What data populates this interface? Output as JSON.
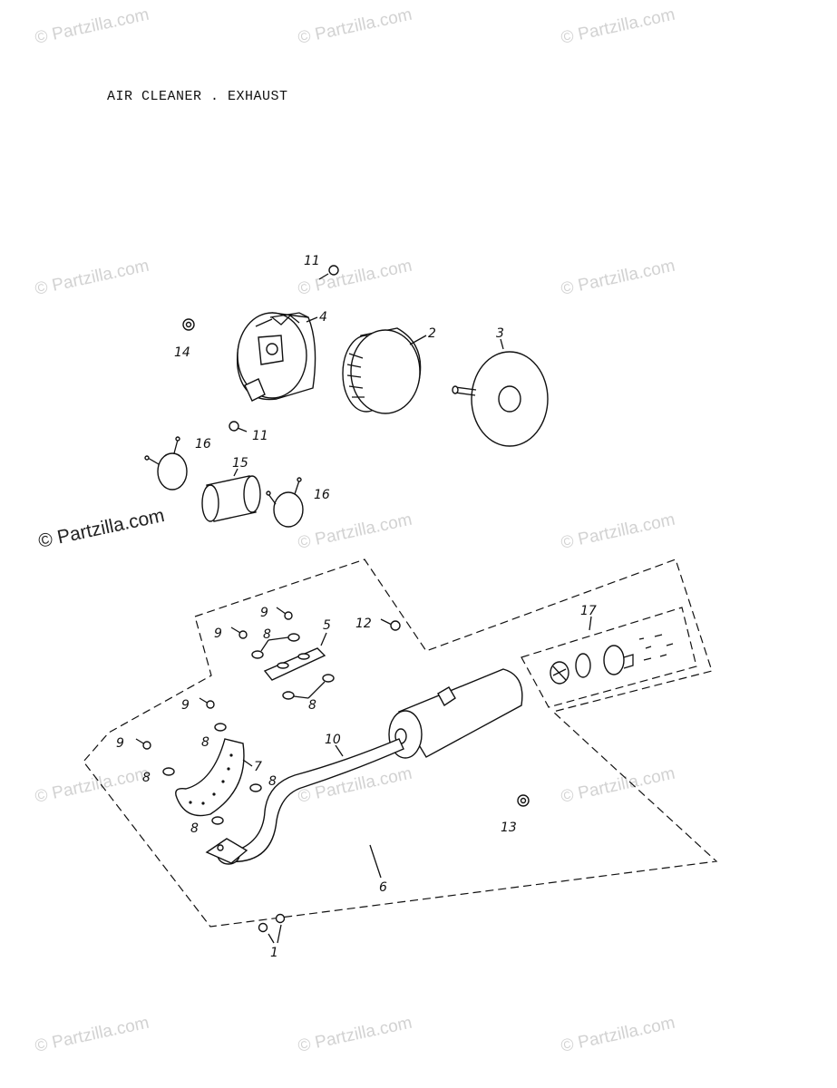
{
  "title": "AIR CLEANER . EXHAUST",
  "watermark": {
    "text": "© Partzilla.com",
    "color": "#d2d2d2",
    "strong_color": "#222222"
  },
  "callouts": {
    "c1": "1",
    "c2": "2",
    "c3": "3",
    "c4": "4",
    "c5": "5",
    "c6": "6",
    "c7": "7",
    "c8a": "8",
    "c8b": "8",
    "c8c": "8",
    "c8d": "8",
    "c8e": "8",
    "c8f": "8",
    "c9a": "9",
    "c9b": "9",
    "c9c": "9",
    "c9d": "9",
    "c10": "10",
    "c11a": "11",
    "c11b": "11",
    "c12": "12",
    "c13": "13",
    "c14": "14",
    "c15": "15",
    "c16a": "16",
    "c16b": "16",
    "c17": "17"
  }
}
